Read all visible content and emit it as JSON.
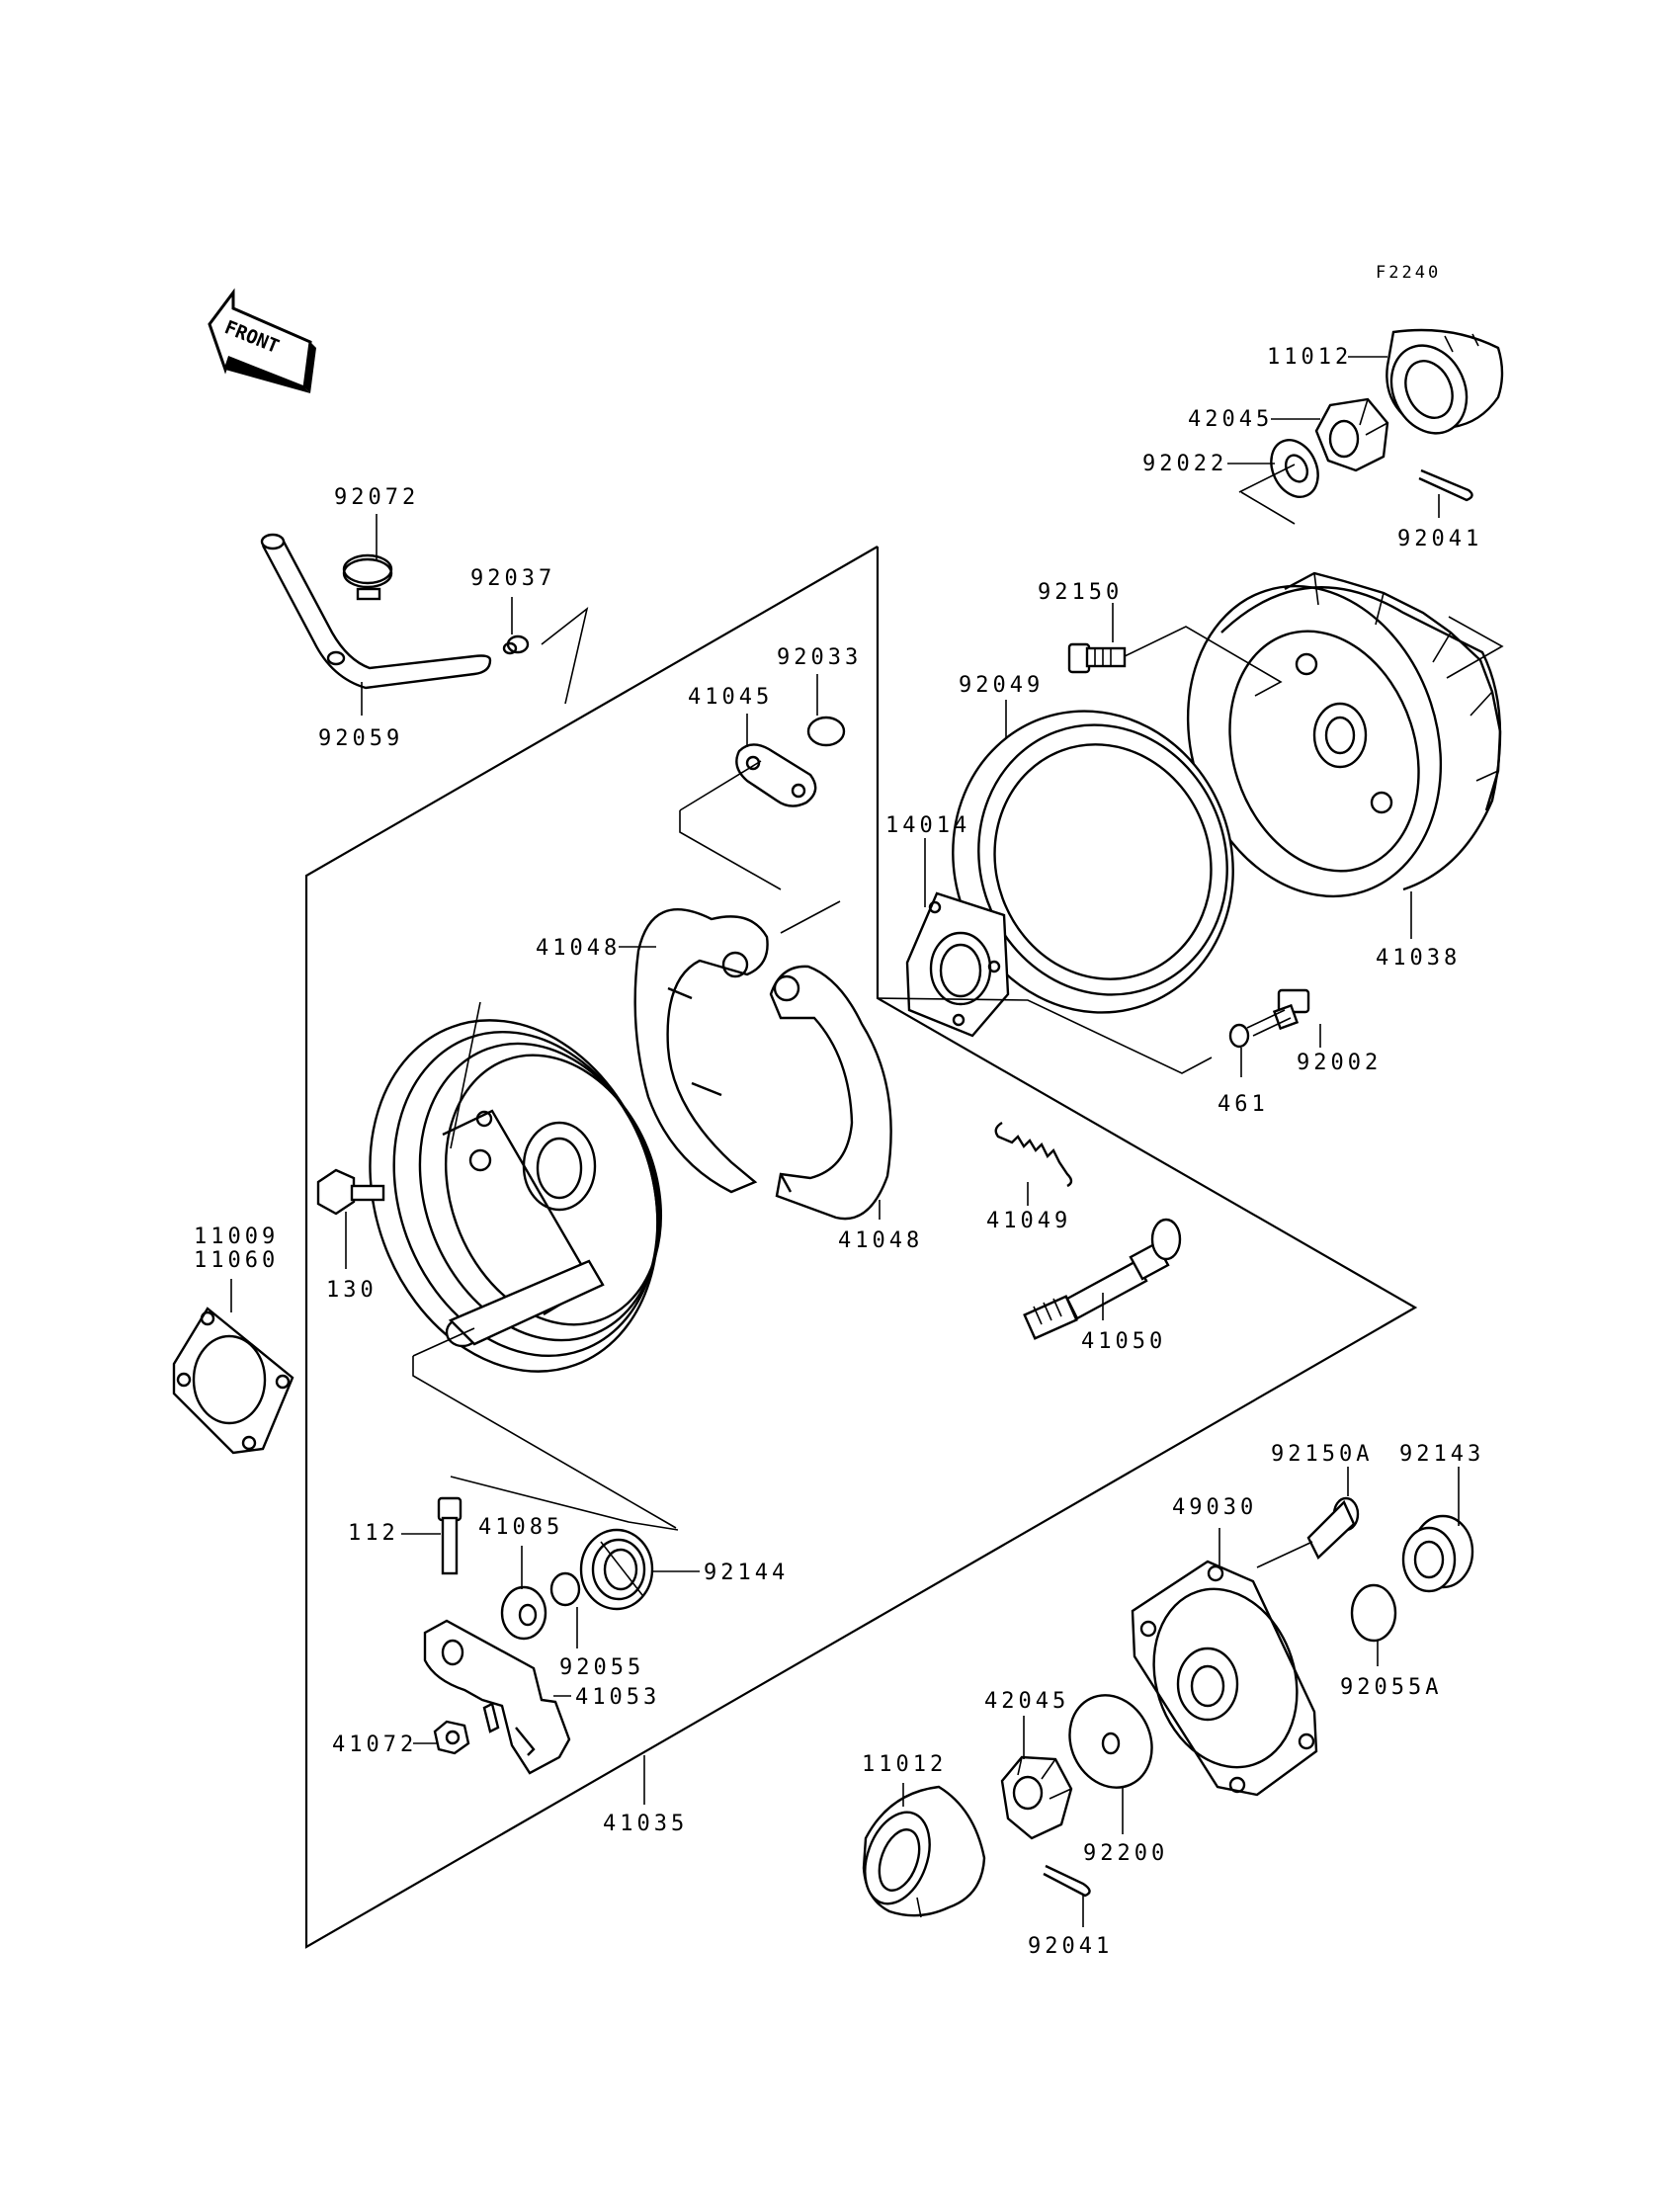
{
  "figure_code": "F2240",
  "front_label": "FRONT",
  "labels": {
    "p11012_top": "11012",
    "p42045_top": "42045",
    "p92022": "92022",
    "p92041_top": "92041",
    "p92072": "92072",
    "p92037": "92037",
    "p92059": "92059",
    "p92033": "92033",
    "p41045": "41045",
    "p92150": "92150",
    "p92049": "92049",
    "p14014": "14014",
    "p41038": "41038",
    "p41048_a": "41048",
    "p41048_b": "41048",
    "p92002": "92002",
    "p461": "461",
    "p41049": "41049",
    "p130": "130",
    "p11009": "11009",
    "p11060": "11060",
    "p41050": "41050",
    "p92150A": "92150A",
    "p92143": "92143",
    "p49030": "49030",
    "p112": "112",
    "p41085": "41085",
    "p92144": "92144",
    "p92055": "92055",
    "p92055A": "92055A",
    "p41053": "41053",
    "p41072": "41072",
    "p42045_bot": "42045",
    "p11012_bot": "11012",
    "p41035": "41035",
    "p92200": "92200",
    "p92041_bot": "92041"
  }
}
